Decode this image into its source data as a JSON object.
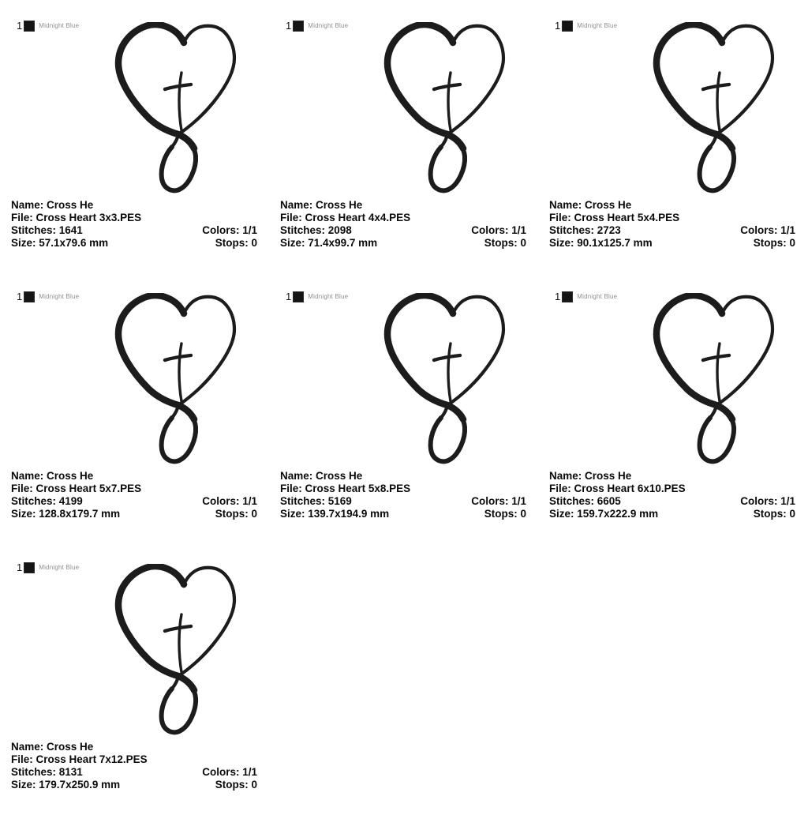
{
  "thread": {
    "index": "1",
    "name": "Midnight Blue",
    "swatch_hex": "#141414"
  },
  "labels": {
    "name": "Name:",
    "file": "File:",
    "stitches": "Stitches:",
    "size": "Size:",
    "colors": "Colors:",
    "stops": "Stops:"
  },
  "designs": [
    {
      "name": "Cross He",
      "file": "Cross Heart 3x3.PES",
      "stitches": "1641",
      "size": "57.1x79.6 mm",
      "colors": "1/1",
      "stops": "0"
    },
    {
      "name": "Cross He",
      "file": "Cross Heart 4x4.PES",
      "stitches": "2098",
      "size": "71.4x99.7 mm",
      "colors": "1/1",
      "stops": "0"
    },
    {
      "name": "Cross He",
      "file": "Cross Heart 5x4.PES",
      "stitches": "2723",
      "size": "90.1x125.7 mm",
      "colors": "1/1",
      "stops": "0"
    },
    {
      "name": "Cross He",
      "file": "Cross Heart 5x7.PES",
      "stitches": "4199",
      "size": "128.8x179.7 mm",
      "colors": "1/1",
      "stops": "0"
    },
    {
      "name": "Cross He",
      "file": "Cross Heart 5x8.PES",
      "stitches": "5169",
      "size": "139.7x194.9 mm",
      "colors": "1/1",
      "stops": "0"
    },
    {
      "name": "Cross He",
      "file": "Cross Heart 6x10.PES",
      "stitches": "6605",
      "size": "159.7x222.9 mm",
      "colors": "1/1",
      "stops": "0"
    },
    {
      "name": "Cross He",
      "file": "Cross Heart 7x12.PES",
      "stitches": "8131",
      "size": "179.7x250.9 mm",
      "colors": "1/1",
      "stops": "0"
    }
  ],
  "artwork": {
    "motif": "heart with cross and infinity loop",
    "stroke_hex": "#1c1c1c"
  }
}
